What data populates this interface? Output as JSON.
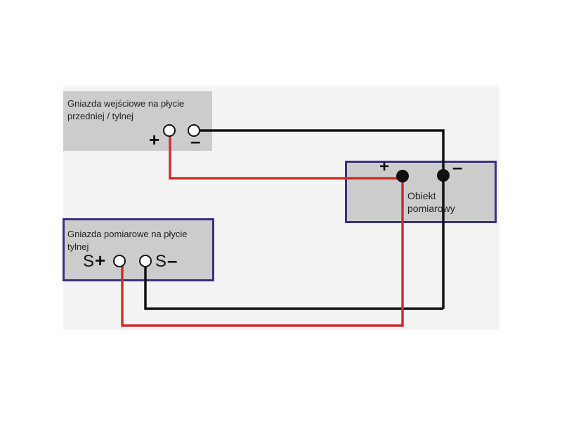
{
  "input_panel": {
    "title_line1": "Gniazda wejściowe na płycie",
    "title_line2": "przedniej / tylnej",
    "plus_symbol": "+",
    "minus_symbol": "–"
  },
  "object": {
    "label_line1": "Obiekt",
    "label_line2": "pomiarowy",
    "plus_symbol": "+",
    "minus_symbol": "–"
  },
  "sense_panel": {
    "title_line1": "Gniazda pomiarowe na płycie",
    "title_line2": "tylnej",
    "s_plus_letter": "S",
    "s_plus_symbol": "+",
    "s_minus_letter": "S",
    "s_minus_symbol": "–"
  },
  "colors": {
    "positive_wire": "#d42a2a",
    "negative_wire": "#111111",
    "frame": "#3a3080",
    "panel_fill": "#cccccc"
  }
}
